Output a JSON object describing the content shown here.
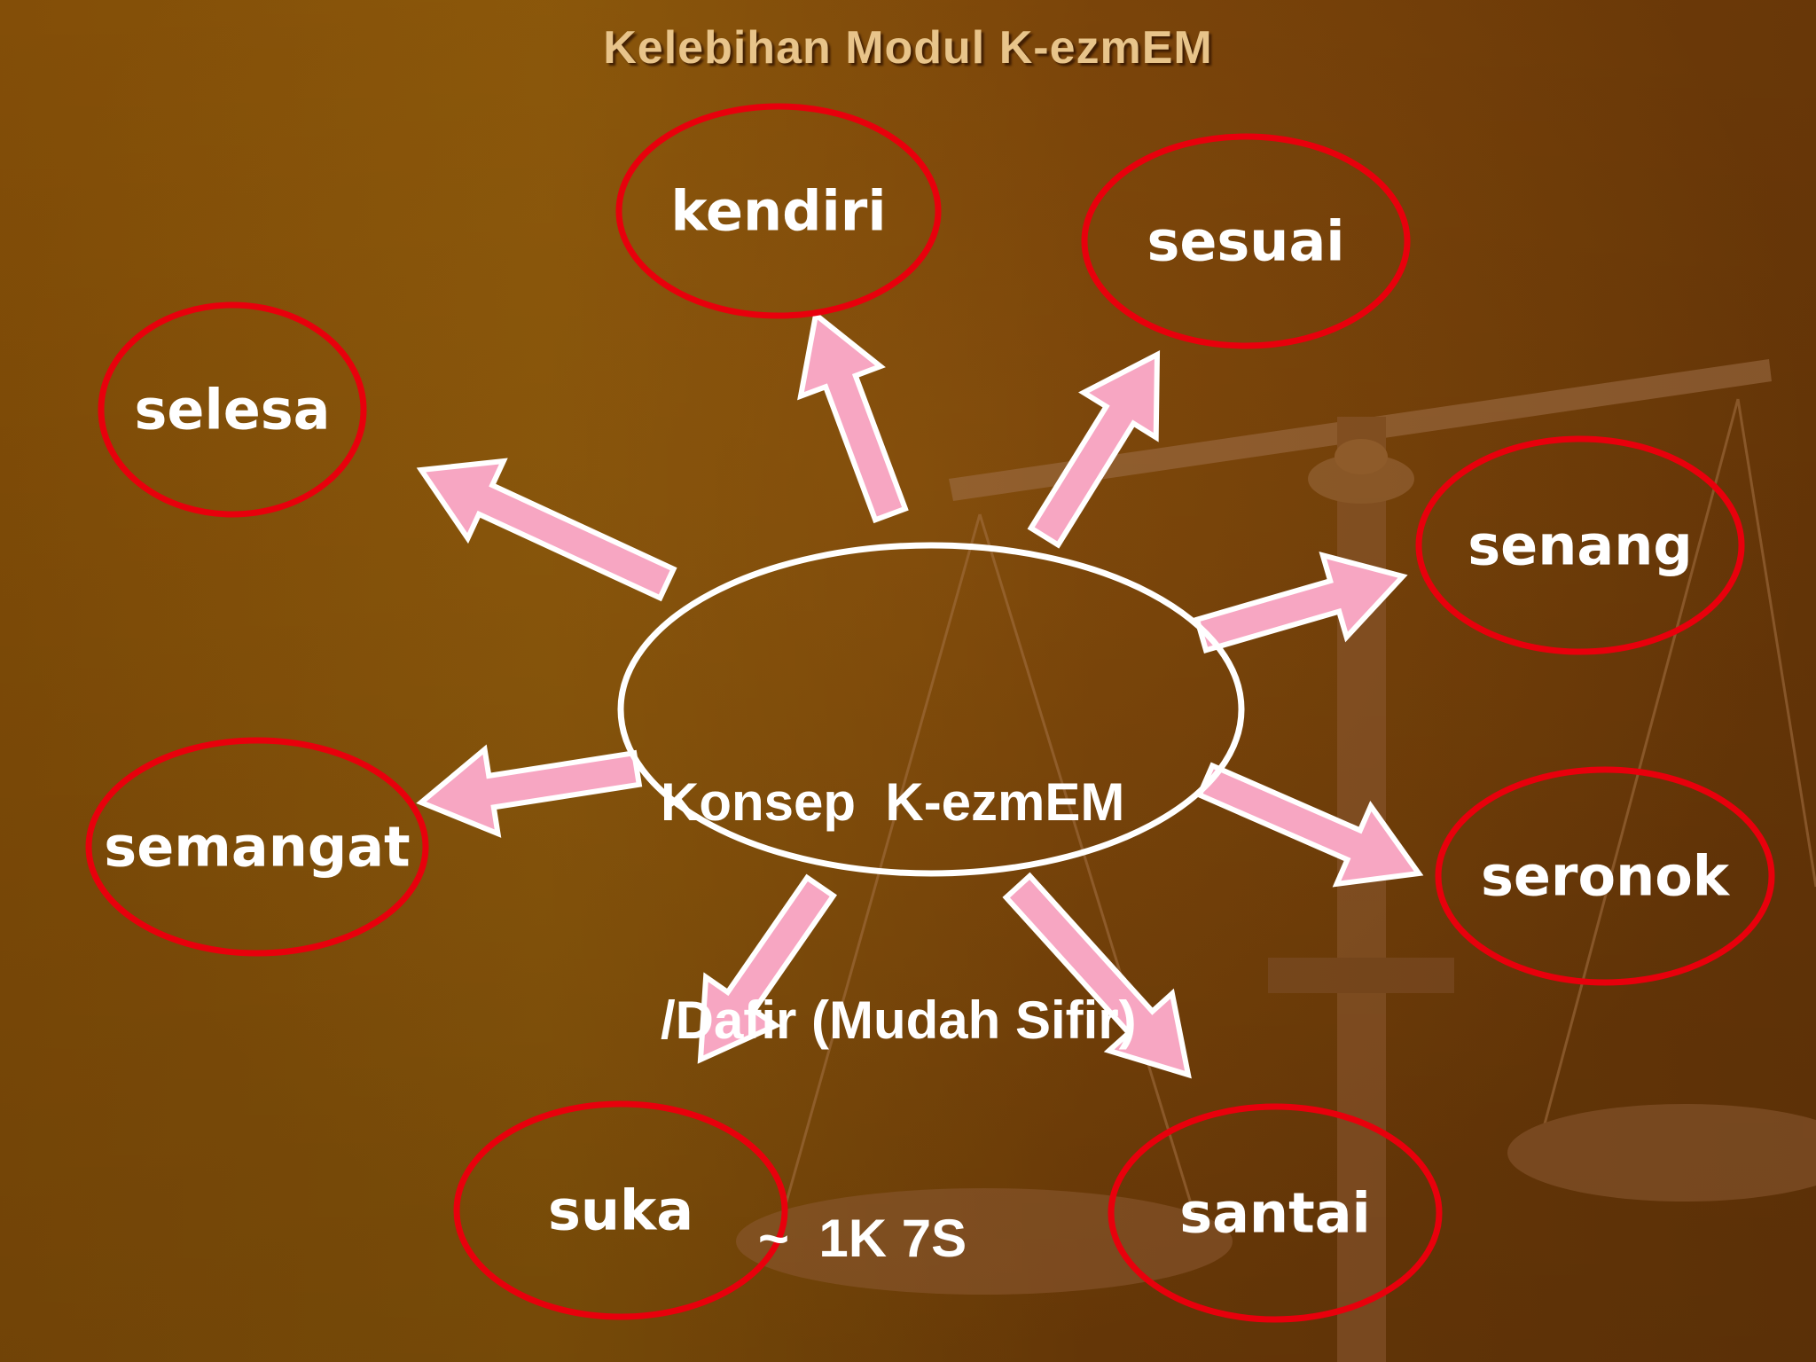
{
  "slide": {
    "title": "Kelebihan Modul K-ezmEM",
    "center": {
      "line1": "Konsep  K-ezmEM",
      "line2": "/Dafir (Mudah Sifir)",
      "line3": "~  1K 7S"
    },
    "nodes": [
      {
        "id": "kendiri",
        "label": "kendiri"
      },
      {
        "id": "sesuai",
        "label": "sesuai"
      },
      {
        "id": "selesa",
        "label": "selesa"
      },
      {
        "id": "senang",
        "label": "senang"
      },
      {
        "id": "semangat",
        "label": "semangat"
      },
      {
        "id": "seronok",
        "label": "seronok"
      },
      {
        "id": "suka",
        "label": "suka"
      },
      {
        "id": "santai",
        "label": "santai"
      }
    ]
  },
  "colors": {
    "background": "#8a5208",
    "title_text": "#e8c48a",
    "node_outline": "#e8000c",
    "center_outline": "#ffffff",
    "arrow_fill": "#f7a6c2",
    "arrow_outline": "#ffffff",
    "text": "#ffffff"
  }
}
